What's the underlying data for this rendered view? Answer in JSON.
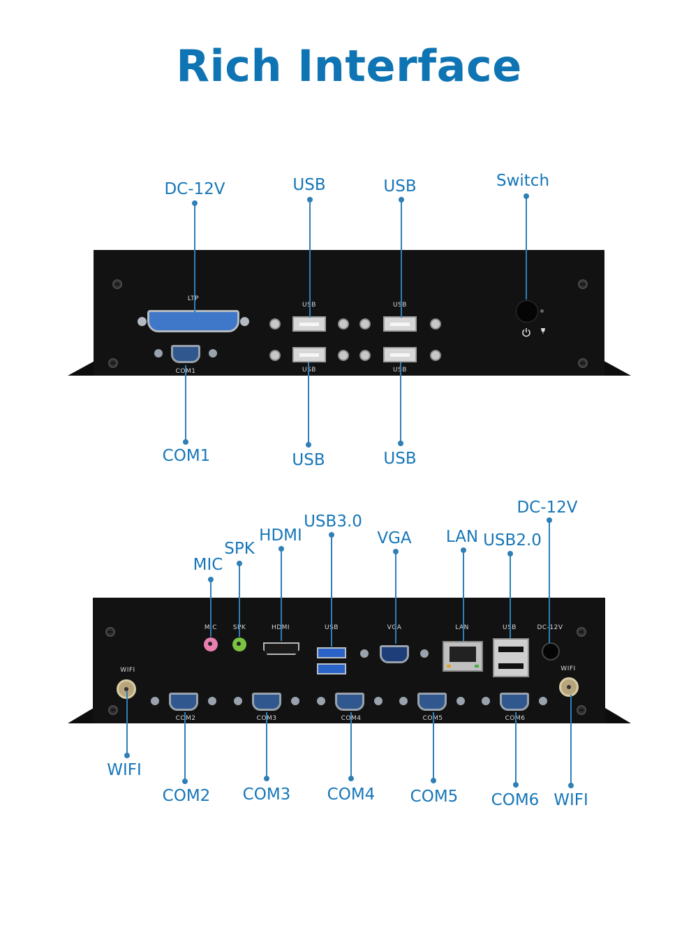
{
  "title": "Rich Interface",
  "top_panel": {
    "callouts": {
      "dc12v": "DC-12V",
      "usb_top_left": "USB",
      "usb_top_right": "USB",
      "switch": "Switch",
      "com1": "COM1",
      "usb_bottom_left": "USB",
      "usb_bottom_right": "USB"
    },
    "port_labels": {
      "ltp": "LTP",
      "com1": "COM1",
      "usb_tl": "USB",
      "usb_tr": "USB",
      "usb_bl": "USB",
      "usb_br": "USB"
    }
  },
  "bottom_panel": {
    "callouts": {
      "mic": "MIC",
      "spk": "SPK",
      "hdmi": "HDMI",
      "usb30": "USB3.0",
      "vga": "VGA",
      "lan": "LAN",
      "usb20": "USB2.0",
      "dc12v": "DC-12V",
      "wifi_left": "WIFI",
      "com2": "COM2",
      "com3": "COM3",
      "com4": "COM4",
      "com5": "COM5",
      "com6": "COM6",
      "wifi_right": "WIFI"
    },
    "port_labels": {
      "mic": "MIC",
      "spk": "SPK",
      "hdmi": "HDMI",
      "usb": "USB",
      "vga": "VGA",
      "lan": "LAN",
      "usb2": "USB",
      "dc": "DC-12V",
      "wifi_l": "WIFI",
      "wifi_r": "WIFI",
      "com2": "COM2",
      "com3": "COM3",
      "com4": "COM4",
      "com5": "COM5",
      "com6": "COM6"
    }
  },
  "colors": {
    "title": "#0f74b3",
    "callout_text": "#1676b8",
    "leader_line": "#2f7fb7",
    "chassis": "#121212",
    "serial_port": "#30588f",
    "parallel_port": "#3f78c9",
    "usb3_port": "#2a63c8",
    "mic_jack": "#e87fb0",
    "spk_jack": "#7cc242"
  },
  "icons": [
    "power-icon",
    "led-icon",
    "screw-icon",
    "antenna-icon"
  ]
}
